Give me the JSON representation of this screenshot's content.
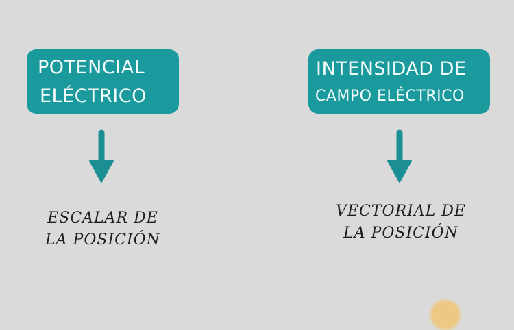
{
  "diagram": {
    "colors": {
      "background": "#dadada",
      "box_fill": "#1b9a9e",
      "box_text": "#f4fbfb",
      "arrow": "#1b8f93",
      "result_text": "#1e1e1e",
      "decor_circle": "#f0c77a"
    },
    "left": {
      "box": {
        "line1": "POTENCIAL",
        "line2": "ELÉCTRICO"
      },
      "arrow_icon": "arrow-down-icon",
      "result": {
        "line1": "ESCALAR DE",
        "line2": "LA POSICIÓN"
      }
    },
    "right": {
      "box": {
        "line1": "INTENSIDAD DE",
        "line2": "CAMPO ELÉCTRICO"
      },
      "arrow_icon": "arrow-down-icon",
      "result": {
        "line1": "VECTORIAL DE",
        "line2": "LA POSICIÓN"
      }
    }
  }
}
